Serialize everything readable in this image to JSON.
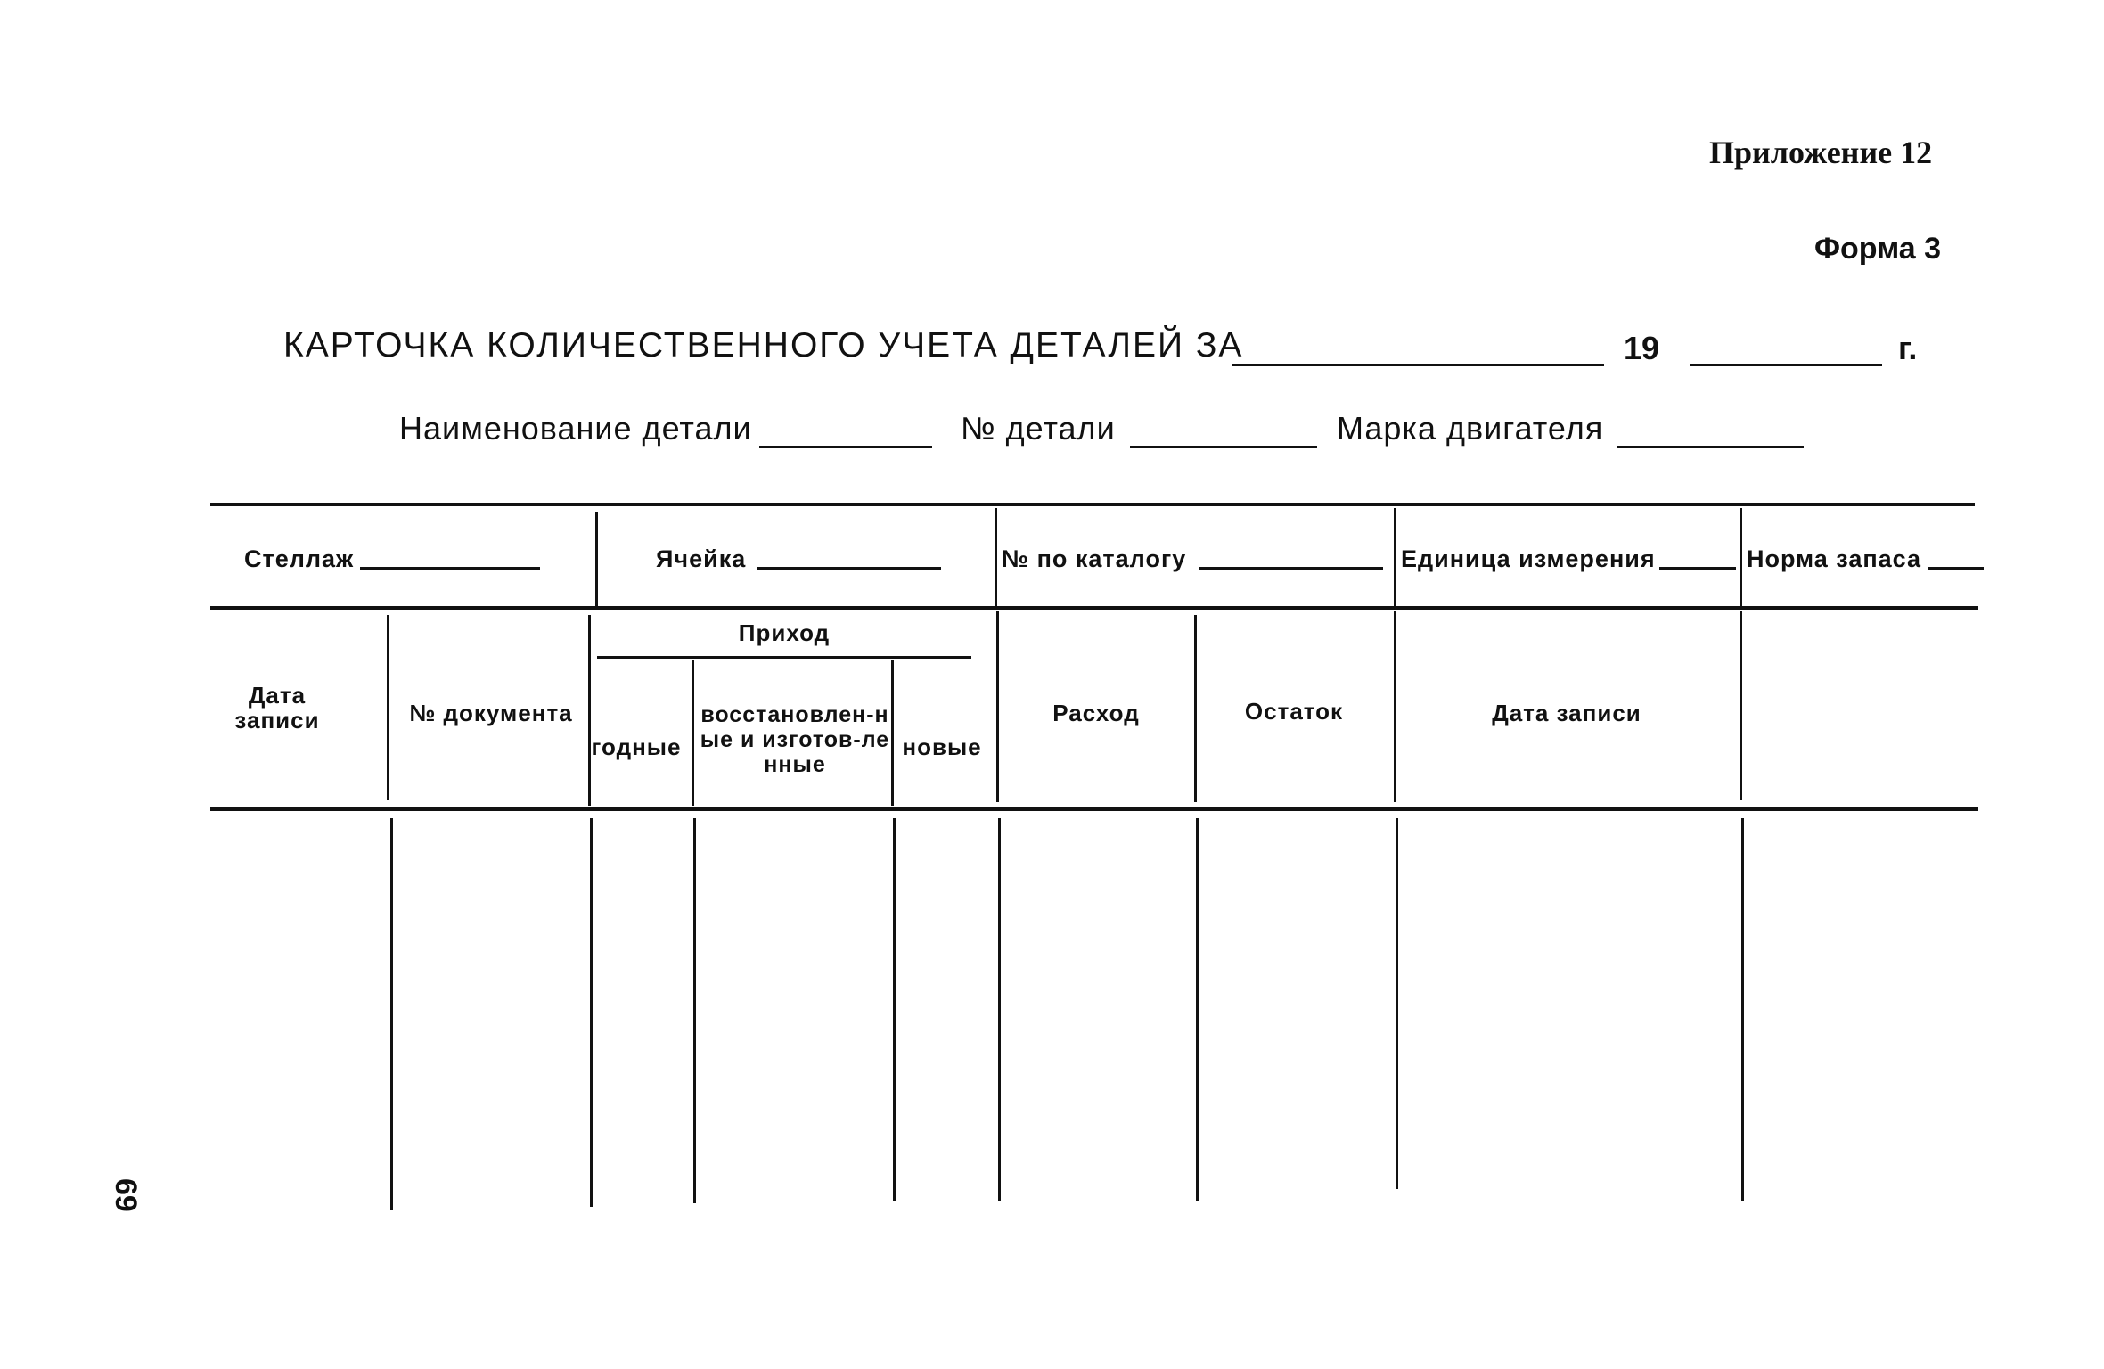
{
  "appendix": "Приложение 12",
  "form": "Форма 3",
  "title": {
    "text": "КАРТОЧКА КОЛИЧЕСТВЕННОГО УЧЕТА ДЕТАЛЕЙ ЗА",
    "year_prefix": "19",
    "year_suffix": "г."
  },
  "fields": {
    "part_name": "Наименование детали",
    "part_number": "№ детали",
    "engine_brand": "Марка двигателя"
  },
  "header_row": {
    "rack": "Стеллаж",
    "cell": "Ячейка",
    "catalog_number": "№ по каталогу",
    "unit": "Единица измерения",
    "stock_norm": "Норма запаса"
  },
  "columns": {
    "entry_date": "Дата записи",
    "document_number": "№ документа",
    "income": "Приход",
    "usable": "годные",
    "restored": "восстановлен-ные и изготов-ленные",
    "new": "новые",
    "expense": "Расход",
    "balance": "Остаток",
    "entry_date_2": "Дата записи"
  },
  "page_number": "69"
}
